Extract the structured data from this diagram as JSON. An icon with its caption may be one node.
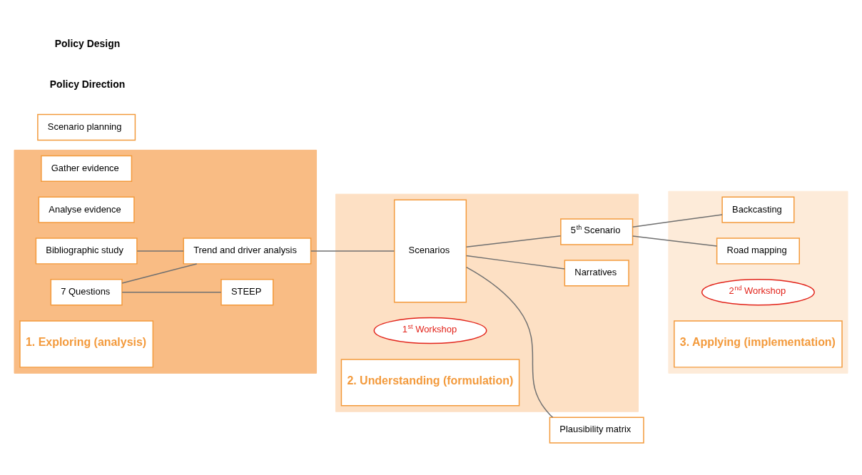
{
  "diagram": {
    "nodes": [
      {
        "text": [],
        "shape": "band"
      },
      {
        "text": [],
        "shape": "band"
      },
      {
        "text": [],
        "shape": "band"
      },
      {
        "text": [
          "Gather evidence"
        ],
        "in": 0
      },
      {
        "text": [
          "Analyse evidence"
        ],
        "in": 0
      },
      {
        "text": [
          "Bibliographic study"
        ],
        "in": 0
      },
      {
        "text": [
          "7 Questions"
        ],
        "in": 0
      },
      {
        "text": [
          "STEEP"
        ],
        "in": 0
      },
      {
        "text": [
          "Trend and driver analysis"
        ],
        "in": 0
      },
      {
        "text": [
          "1. Exploring (analysis)"
        ],
        "in": 0
      },
      {
        "text": [
          "Scenario planning"
        ]
      },
      {
        "text": [
          "Scenarios"
        ],
        "in": 1
      },
      {
        "text": [
          "Narratives"
        ],
        "in": 1
      },
      {
        "text": [
          "5$^{th}$ Scenario"
        ],
        "in": 1
      },
      {
        "text": [
          "Plausibility matrix"
        ]
      },
      {
        "text": [
          "1$^{st}$ Workshop"
        ],
        "in": 1
      },
      {
        "text": [
          "2. Understanding (formulation)"
        ],
        "in": 1
      },
      {
        "text": [
          "Backcasting"
        ],
        "in": 2
      },
      {
        "text": [
          "Road mapping"
        ],
        "in": 2
      },
      {
        "text": [
          "2$^{nd}$ Workshop"
        ],
        "in": 2
      },
      {
        "text": [
          "3. Applying (implementation)"
        ],
        "in": 2
      }
    ],
    "edges": [
      {
        "from": 5,
        "to": 8,
        "arrow": "none"
      },
      {
        "from": 6,
        "to": 8,
        "arrow": "none"
      },
      {
        "from": 6,
        "to": 7,
        "arrow": "none"
      },
      {
        "from": 8,
        "to": 11,
        "arrow": "none"
      },
      {
        "from": 11,
        "to": 12,
        "arrow": "none"
      },
      {
        "from": 11,
        "to": 13,
        "arrow": "none"
      },
      {
        "from": 11,
        "to": 14,
        "arrow": "none"
      },
      {
        "from": 13,
        "to": 17,
        "arrow": "none"
      },
      {
        "from": 13,
        "to": 18,
        "arrow": "none"
      }
    ],
    "labels": [
      "Policy Direction",
      "Policy Design"
    ]
  }
}
